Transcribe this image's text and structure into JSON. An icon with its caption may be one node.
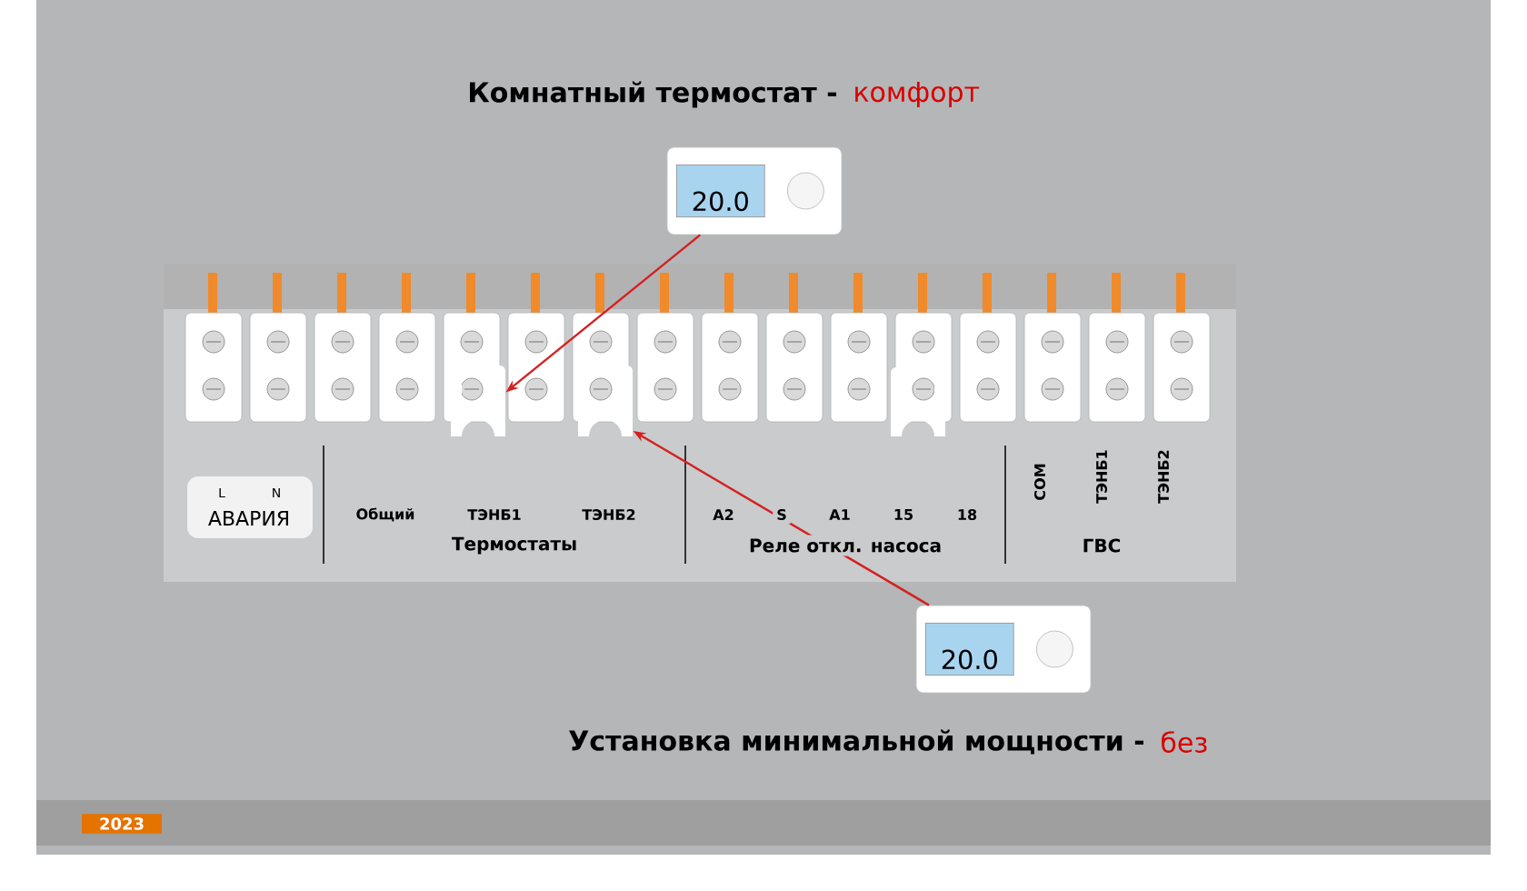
{
  "diagram": {
    "nodes": [
      {
        "text": [
          "20.0"
        ]
      },
      {
        "text": [
          "20.0"
        ]
      },
      {
        "text": [],
        "shape": "loop"
      },
      {
        "text": [],
        "shape": "loop"
      }
    ],
    "edges": [
      {
        "from": 0,
        "to": 2,
        "arrow": "to",
        "color": "#d42020"
      },
      {
        "from": 1,
        "to": 3,
        "arrow": "to",
        "color": "#d42020"
      }
    ],
    "labels": [
      "Комнатный термостат -",
      "комфорт",
      "L",
      "N",
      "АВАРИЯ",
      "Общий",
      "ТЭНБ1",
      "ТЭНБ2",
      "Термостаты",
      "A2",
      "S",
      "A1",
      "15",
      "18",
      "Реле откл. насоса",
      "COM",
      "ТЭНБ1",
      "ТЭНБ2",
      "ГВС",
      "Установка минимальной мощности -",
      "без",
      "2023"
    ]
  }
}
